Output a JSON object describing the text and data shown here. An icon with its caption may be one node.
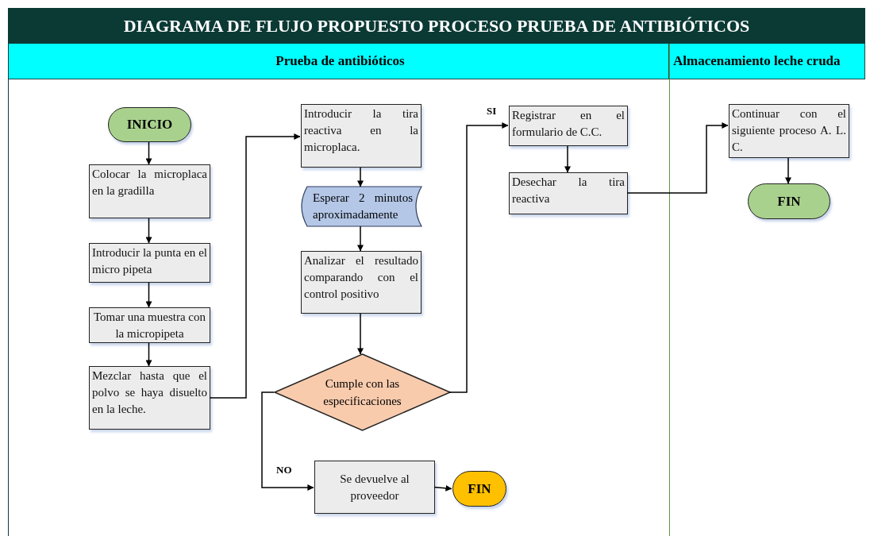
{
  "diagram": {
    "title": "DIAGRAMA DE FLUJO PROPUESTO PROCESO PRUEBA DE ANTIBIÓTICOS",
    "nodes": [
      {
        "text": [
          "Prueba de antibióticos"
        ]
      },
      {
        "text": [
          "Almacenamiento leche cruda"
        ]
      },
      {
        "text": [
          "INICIO"
        ],
        "in": 0
      },
      {
        "text": [
          "Colocar la microplaca en la gradilla"
        ],
        "in": 0
      },
      {
        "text": [
          "Introducir la punta en el micro pipeta"
        ],
        "in": 0
      },
      {
        "text": [
          "Tomar una muestra con la micropipeta"
        ],
        "in": 0
      },
      {
        "text": [
          "Mezclar hasta que el polvo se haya disuelto en la leche."
        ],
        "in": 0
      },
      {
        "text": [
          "Introducir la tira reactiva en la microplaca."
        ],
        "in": 0
      },
      {
        "text": [
          "Esperar 2 minutos aproximadamente"
        ],
        "in": 0
      },
      {
        "text": [
          "Analizar el resultado comparando con el control positivo"
        ],
        "in": 0
      },
      {
        "text": [
          "Cumple con las especificaciones"
        ],
        "in": 0
      },
      {
        "text": [
          "Registrar en el formulario de C.C."
        ],
        "in": 0
      },
      {
        "text": [
          "Desechar la tira reactiva"
        ],
        "in": 0
      },
      {
        "text": [
          "Se devuelve al proveedor"
        ],
        "in": 0
      },
      {
        "text": [
          "FIN"
        ],
        "in": 0
      },
      {
        "text": [
          "Continuar con el siguiente proceso A. L. C."
        ],
        "in": 1
      },
      {
        "text": [
          "FIN"
        ],
        "in": 1
      }
    ],
    "edges": [
      {
        "from": 2,
        "to": 3,
        "arrow": "to"
      },
      {
        "from": 3,
        "to": 4,
        "arrow": "to"
      },
      {
        "from": 4,
        "to": 5,
        "arrow": "to"
      },
      {
        "from": 5,
        "to": 6,
        "arrow": "to"
      },
      {
        "from": 6,
        "to": 7,
        "arrow": "to"
      },
      {
        "from": 7,
        "to": 8,
        "arrow": "to"
      },
      {
        "from": 8,
        "to": 9,
        "arrow": "to"
      },
      {
        "from": 9,
        "to": 10,
        "arrow": "to"
      },
      {
        "from": 10,
        "to": 11,
        "arrow": "to",
        "label": "SI"
      },
      {
        "from": 11,
        "to": 12,
        "arrow": "to"
      },
      {
        "from": 10,
        "to": 13,
        "arrow": "to",
        "label": "NO"
      },
      {
        "from": 13,
        "to": 14,
        "arrow": "to"
      },
      {
        "from": 12,
        "to": 15,
        "arrow": "to"
      },
      {
        "from": 15,
        "to": 16,
        "arrow": "to"
      }
    ]
  }
}
